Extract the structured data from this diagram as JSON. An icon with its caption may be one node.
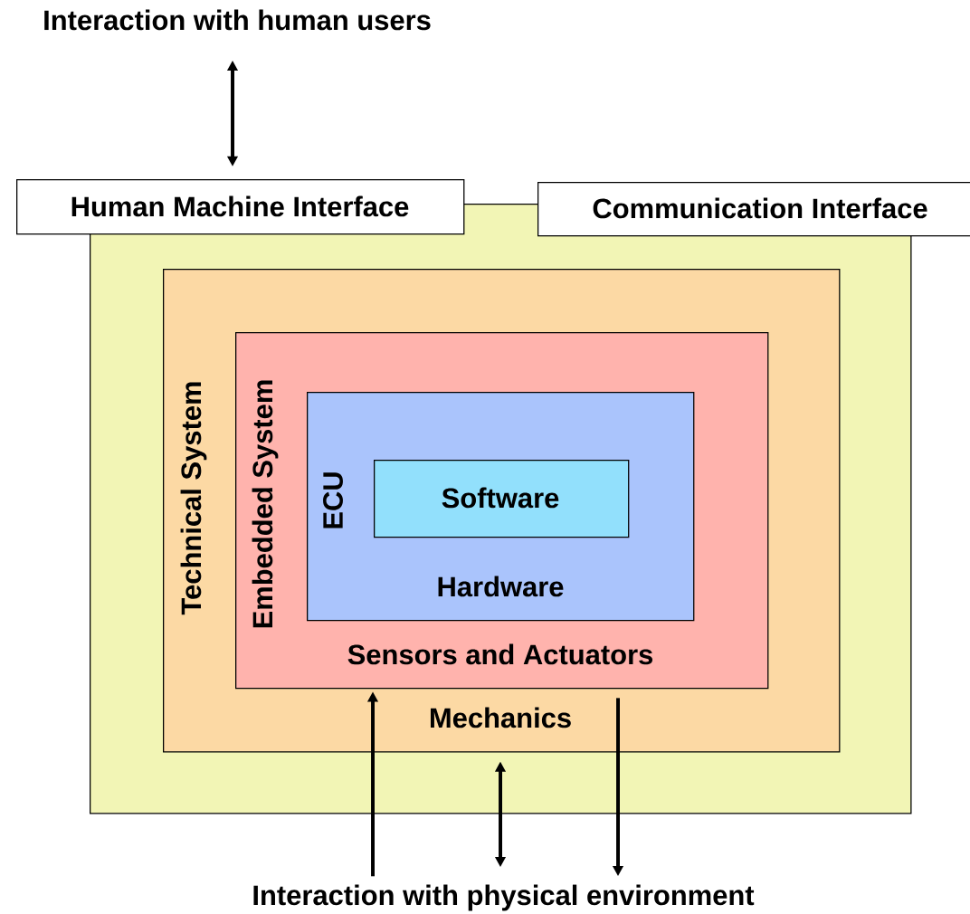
{
  "diagram": {
    "nodes": [
      {
        "text": [
          "Interaction with human users"
        ]
      },
      {
        "text": [
          "Human Machine Interface"
        ]
      },
      {
        "text": [
          "Communication Interface"
        ]
      },
      {
        "text": [],
        "shape": "box"
      },
      {
        "text": [
          "Technical System",
          "Mechanics"
        ],
        "in": 3
      },
      {
        "text": [
          "Embedded System",
          "Sensors and Actuators"
        ],
        "in": 4
      },
      {
        "text": [
          "ECU",
          "Hardware"
        ],
        "in": 5
      },
      {
        "text": [
          "Software"
        ],
        "in": 6
      },
      {
        "text": [
          "Interaction with physical environment"
        ]
      }
    ],
    "edges": [
      {
        "from": 0,
        "to": 1,
        "arrow": "both"
      },
      {
        "from": 8,
        "to": 5,
        "arrow": "to"
      },
      {
        "from": 4,
        "to": 8,
        "arrow": "both"
      },
      {
        "from": 5,
        "to": 8,
        "arrow": "to"
      }
    ]
  }
}
